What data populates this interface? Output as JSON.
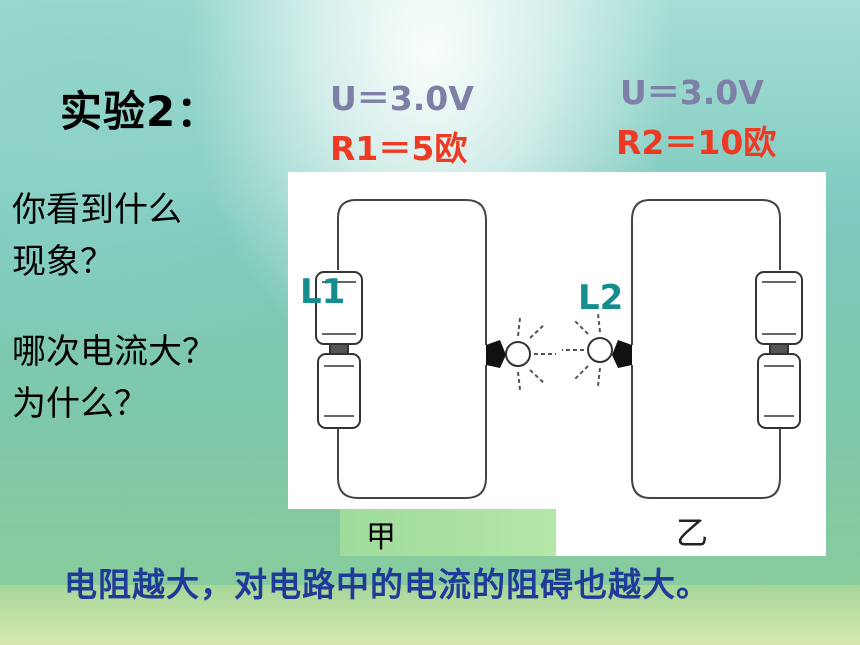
{
  "slide": {
    "title": "实验2：",
    "questions": [
      "你看到什么",
      "现象？",
      "哪次电流大？",
      "为什么？"
    ],
    "left_circuit": {
      "voltage": "U＝3.0V",
      "resistance": "R1＝5欧",
      "lamp_label": "L1",
      "caption": "甲"
    },
    "right_circuit": {
      "voltage": "U＝3.0V",
      "resistance": "R2＝10欧",
      "lamp_label": "L2",
      "caption": "乙"
    },
    "conclusion": "电阻越大，对电路中的电流的阻碍也越大。"
  }
}
